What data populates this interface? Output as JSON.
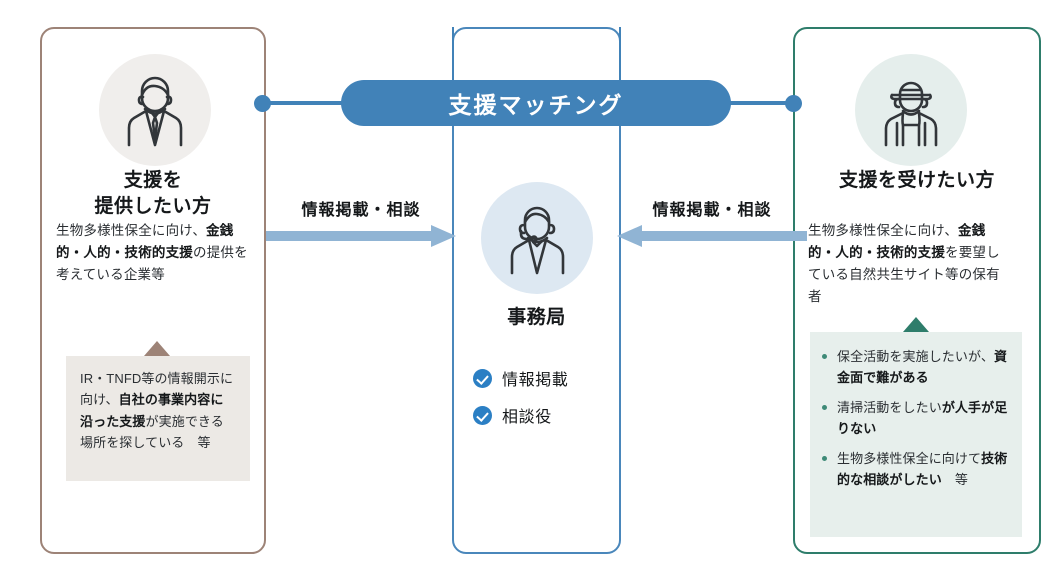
{
  "banner": {
    "label": "支援マッチング",
    "color": "#4182b8"
  },
  "cards": {
    "provider": {
      "title": "支援を\n提供したい方",
      "title_line1": "支援を",
      "title_line2": "提供したい方",
      "border_color": "#9d8377",
      "avatar_icon": "businessman-avatar-icon",
      "avatar_bg": "#f0eeec",
      "description_plain": "生物多様性保全に向け、金銭的・人的・技術的支援の提供を考えている企業等",
      "description_parts": [
        {
          "text": "生物多様性保全に向け、",
          "bold": false
        },
        {
          "text": "金銭的・人的・技術的支援",
          "bold": true
        },
        {
          "text": "の提供を考えている企業等",
          "bold": false
        }
      ],
      "note_plain": "IR・TNFD等の情報開示に向け、自社の事業内容に沿った支援が実施できる場所を探している　等",
      "note_parts": [
        {
          "text": "IR・TNFD等の情報開示に向け、",
          "bold": false
        },
        {
          "text": "自社の事業内容に沿った支援",
          "bold": true
        },
        {
          "text": "が実施できる場所を探している　等",
          "bold": false
        }
      ],
      "note_bg": "#ece9e5"
    },
    "office": {
      "title": "事務局",
      "border_color": "#4a87bb",
      "avatar_icon": "operator-headset-avatar-icon",
      "avatar_bg": "#dde8f2",
      "checklist": [
        {
          "label": "情報掲載",
          "icon": "check-circle-icon"
        },
        {
          "label": "相談役",
          "icon": "check-circle-icon"
        }
      ]
    },
    "receiver": {
      "title": "支援を受けたい方",
      "border_color": "#2e7d6b",
      "avatar_icon": "farmer-avatar-icon",
      "avatar_bg": "#e5eeec",
      "description_plain": "生物多様性保全に向け、金銭的・人的・技術的支援を要望している自然共生サイト等の保有者",
      "description_parts": [
        {
          "text": "生物多様性保全に向け、",
          "bold": false
        },
        {
          "text": "金銭的・人的・技術的支",
          "bold": true
        },
        {
          "text": "援",
          "bold": true
        },
        {
          "text": "を要望している自然共生サイト等の保有者",
          "bold": false
        }
      ],
      "note_bg": "#e7efec",
      "bullets": [
        {
          "plain": "保全活動を実施したいが、資金面で難がある",
          "parts": [
            {
              "text": "保全活動を実施したいが、",
              "bold": false
            },
            {
              "text": "資金面で難がある",
              "bold": true
            }
          ]
        },
        {
          "plain": "清掃活動をしたいが人手が足りない",
          "parts": [
            {
              "text": "清掃活動をしたい",
              "bold": false
            },
            {
              "text": "が人手が足りない",
              "bold": true
            }
          ]
        },
        {
          "plain": "生物多様性保全に向けて技術的な相談がしたい　等",
          "parts": [
            {
              "text": "生物多様性保全に向けて",
              "bold": false
            },
            {
              "text": "技術的な相談がしたい",
              "bold": true
            },
            {
              "text": "　等",
              "bold": false
            }
          ]
        }
      ]
    }
  },
  "flows": [
    {
      "label": "情報掲載・相談",
      "direction": "right",
      "color": "#90b4d4"
    },
    {
      "label": "情報掲載・相談",
      "direction": "left",
      "color": "#90b4d4"
    }
  ],
  "flow_left_label": "情報掲載・相談",
  "flow_right_label": "情報掲載・相談",
  "colors": {
    "accent_blue": "#4182b8",
    "arrow_blue": "#90b4d4",
    "taupe": "#9d8377",
    "green": "#2e7d6b",
    "text": "#15181a"
  }
}
